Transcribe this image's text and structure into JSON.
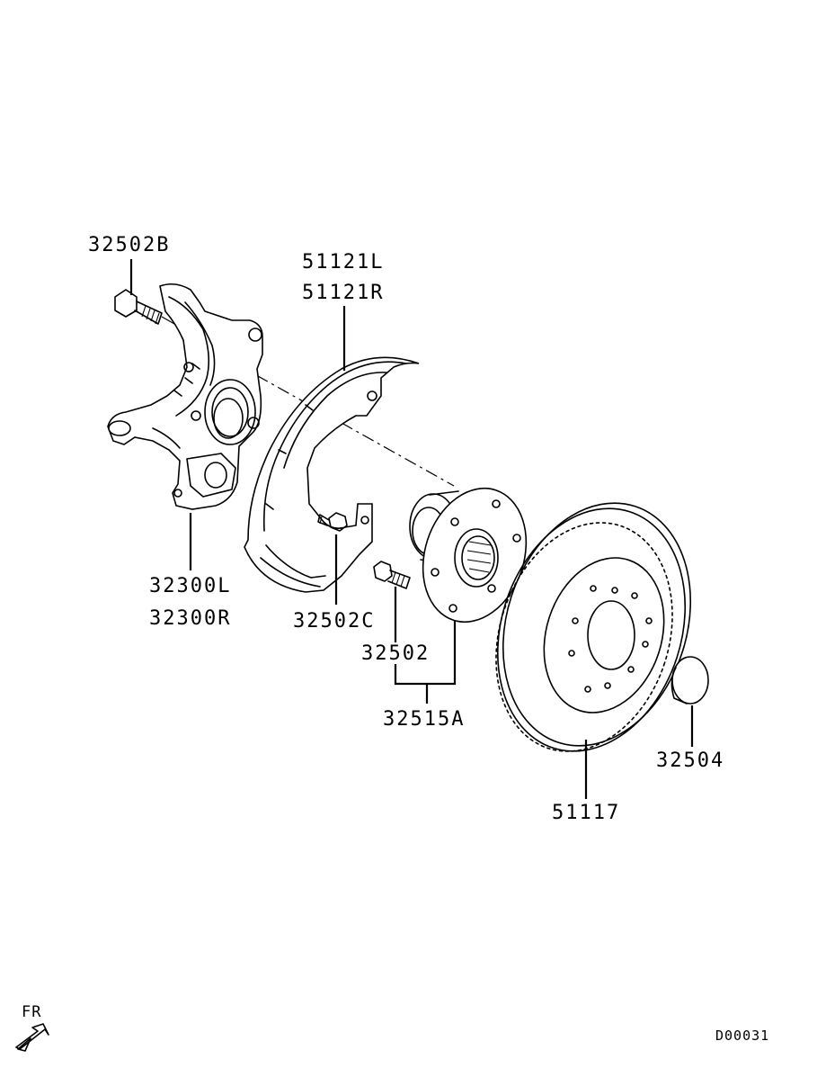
{
  "diagram_id": "D00031",
  "direction_label": "FR",
  "parts": [
    {
      "id": "bolt",
      "label": "32502B"
    },
    {
      "id": "shield",
      "labels": [
        "51121L",
        "51121R"
      ]
    },
    {
      "id": "knuckle",
      "labels": [
        "32300L",
        "32300R"
      ]
    },
    {
      "id": "shield-bolt",
      "label": "32502C"
    },
    {
      "id": "hub-bolt",
      "label": "32502"
    },
    {
      "id": "hub-assembly",
      "label": "32515A"
    },
    {
      "id": "cap",
      "label": "32504"
    },
    {
      "id": "rotor",
      "label": "51117"
    }
  ]
}
